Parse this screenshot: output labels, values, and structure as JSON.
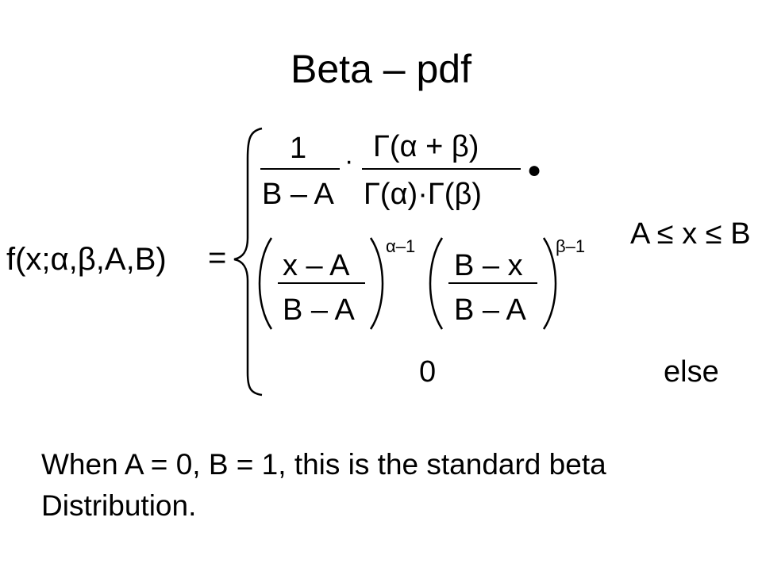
{
  "slide": {
    "title": "Beta – pdf",
    "formula": {
      "lhs": "f(x;α,β,A,B)",
      "equals": "=",
      "case1": {
        "frac_a_num": "1",
        "frac_a_den": "B – A",
        "dot": "·",
        "frac_b_num": "Γ(α + β)",
        "frac_b_den": "Γ(α)·Γ(β)",
        "bullet": "●",
        "term1_num": "x – A",
        "term1_den": "B – A",
        "term1_exp": "α–1",
        "term2_num": "B – x",
        "term2_den": "B – A",
        "term2_exp": "β–1",
        "condition": "A ≤ x ≤ B"
      },
      "case2": {
        "value": "0",
        "condition": "else"
      }
    },
    "caption": "When A = 0, B = 1, this is the standard beta Distribution."
  }
}
